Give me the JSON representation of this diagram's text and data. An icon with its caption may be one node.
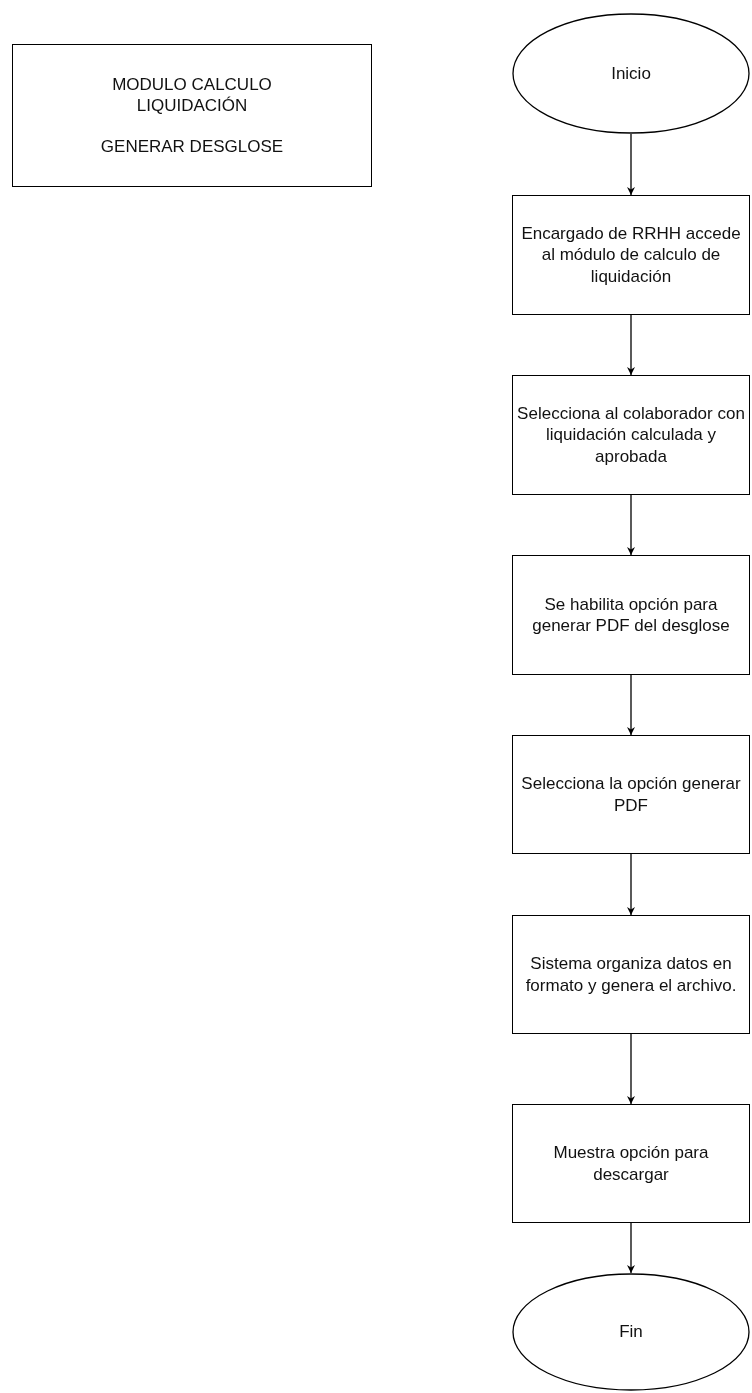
{
  "diagram": {
    "nodes": [
      {
        "text": [
          "MODULO CALCULO LIQUIDACIÓN",
          "GENERAR DESGLOSE"
        ]
      },
      {
        "text": [
          "Inicio"
        ]
      },
      {
        "text": [
          "Encargado de RRHH accede al módulo de calculo de liquidación"
        ]
      },
      {
        "text": [
          "Selecciona al colaborador con liquidación calculada y aprobada"
        ]
      },
      {
        "text": [
          "Se habilita opción para generar PDF del desglose"
        ]
      },
      {
        "text": [
          "Selecciona la opción generar PDF"
        ]
      },
      {
        "text": [
          "Sistema organiza datos en formato y genera el archivo."
        ]
      },
      {
        "text": [
          "Muestra opción para descargar"
        ]
      },
      {
        "text": [
          "Fin"
        ]
      }
    ],
    "edges": [
      {
        "from": 1,
        "to": 2,
        "arrow": "to"
      },
      {
        "from": 2,
        "to": 3,
        "arrow": "to"
      },
      {
        "from": 3,
        "to": 4,
        "arrow": "to"
      },
      {
        "from": 4,
        "to": 5,
        "arrow": "to"
      },
      {
        "from": 5,
        "to": 6,
        "arrow": "to"
      },
      {
        "from": 6,
        "to": 7,
        "arrow": "to"
      },
      {
        "from": 7,
        "to": 8,
        "arrow": "to"
      }
    ]
  }
}
